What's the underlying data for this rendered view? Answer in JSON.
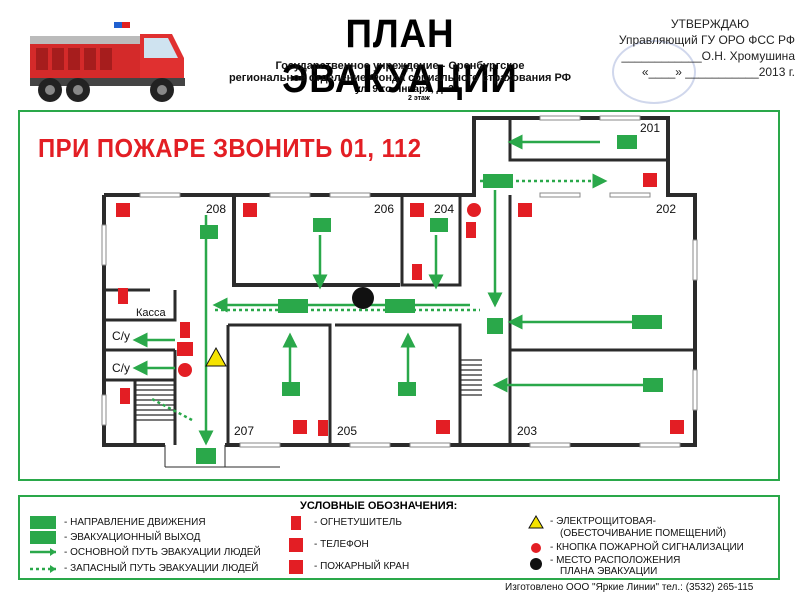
{
  "header": {
    "title": "ПЛАН ЭВАКУАЦИИ",
    "subtitle_line1": "Государственное учреждение - Оренбургское",
    "subtitle_line2": "региональное отделение Фонда социального страхования РФ",
    "address": "ул. 9-го Января, д. 33",
    "floor": "2 этаж"
  },
  "approval": {
    "line1": "УТВЕРЖДАЮ",
    "line2": "Управляющий ГУ ОРО ФСС РФ",
    "line3": "____________О.Н. Хромушина",
    "line4": "«____» ___________2013 г."
  },
  "fire_call": "ПРИ ПОЖАРЕ ЗВОНИТЬ 01, 112",
  "rooms": {
    "r201": "201",
    "r202": "202",
    "r203": "203",
    "r204": "204",
    "r205": "205",
    "r206": "206",
    "r207": "207",
    "r208": "208",
    "kassa": "Касса",
    "wc1": "С/у",
    "wc2": "С/у"
  },
  "legend": {
    "title": "УСЛОВНЫЕ ОБОЗНАЧЕНИЯ:",
    "direction": "- НАПРАВЛЕНИЕ ДВИЖЕНИЯ",
    "exit": "- ЭВАКУАЦИОННЫЙ ВЫХОД",
    "main_route": "- ОСНОВНОЙ ПУТЬ ЭВАКУАЦИИ ЛЮДЕЙ",
    "spare_route": "- ЗАПАСНЫЙ  ПУТЬ ЭВАКУАЦИИ ЛЮДЕЙ",
    "extinguisher": "- ОГНЕТУШИТЕЛЬ",
    "phone": "- ТЕЛЕФОН",
    "hydrant": "- ПОЖАРНЫЙ КРАН",
    "electric_1": "- ЭЛЕКТРОЩИТОВАЯ-",
    "electric_2": "(ОБЕСТОЧИВАНИЕ ПОМЕЩЕНИЙ)",
    "alarm": "- КНОПКА ПОЖАРНОЙ СИГНАЛИЗАЦИИ",
    "location_1": "- МЕСТО РАСПОЛОЖЕНИЯ",
    "location_2": "ПЛАНА ЭВАКУАЦИИ"
  },
  "footer": "Изготовлено ООО \"Яркие Линии\" тел.: (3532) 265-115",
  "colors": {
    "green": "#2aa84a",
    "red": "#e31e24",
    "wall": "#2b2b2b"
  }
}
